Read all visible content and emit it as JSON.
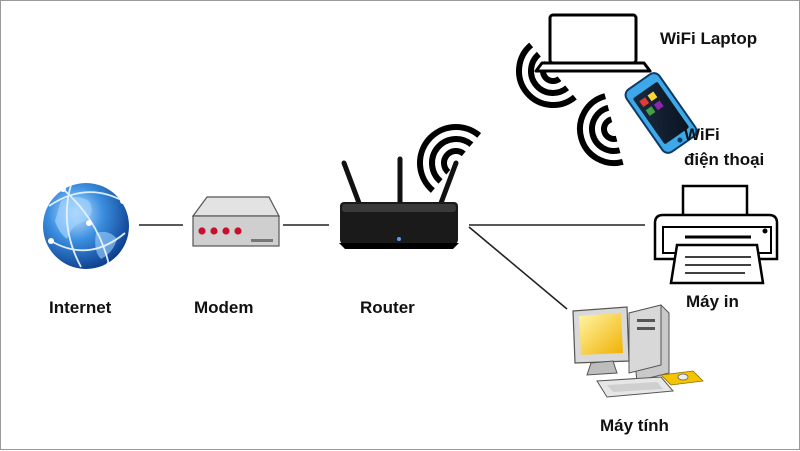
{
  "labels": {
    "internet": "Internet",
    "modem": "Modem",
    "router": "Router",
    "wifi_laptop": "WiFi Laptop",
    "wifi_phone_line1": "WiFi",
    "wifi_phone_line2": "điện thoại",
    "printer": "Máy in",
    "computer": "Máy tính"
  },
  "icons": [
    "globe-icon",
    "modem-icon",
    "router-icon",
    "laptop-icon",
    "smartphone-icon",
    "printer-icon",
    "desktop-computer-icon",
    "wifi-signal-icon"
  ]
}
